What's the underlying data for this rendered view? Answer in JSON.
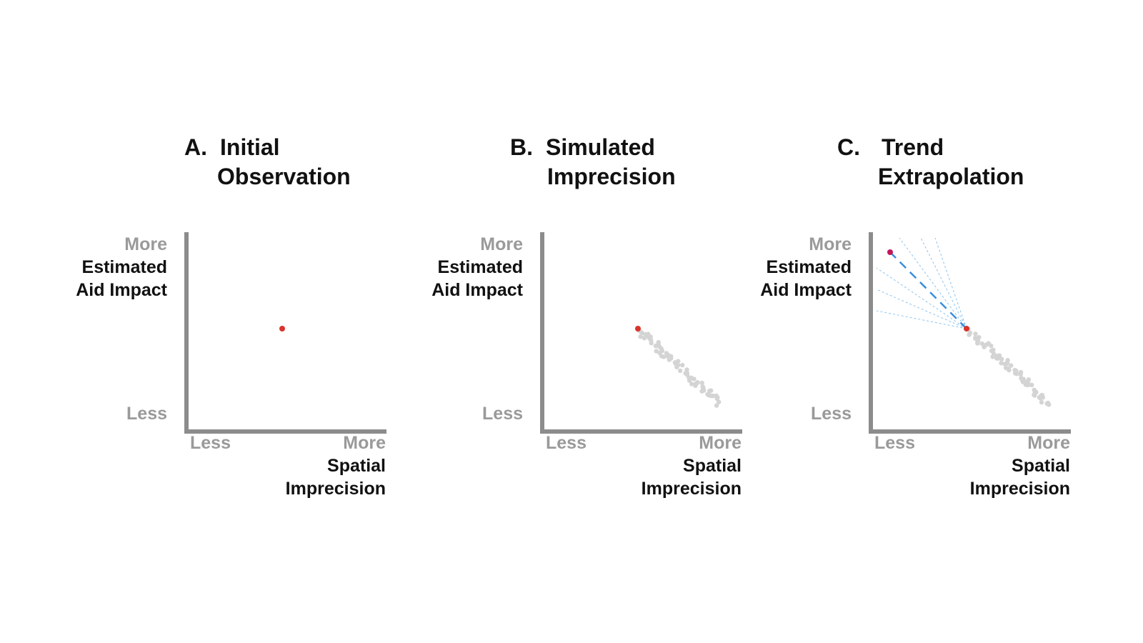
{
  "panels": [
    {
      "letter": "A.",
      "title_line1": "Initial",
      "title_line2": "Observation",
      "y_more": "More",
      "y_label_line1": "Estimated",
      "y_label_line2": "Aid Impact",
      "y_less": "Less",
      "x_less": "Less",
      "x_more": "More",
      "x_label_line1": "Spatial",
      "x_label_line2": "Imprecision"
    },
    {
      "letter": "B.",
      "title_line1": "Simulated",
      "title_line2": "Imprecision",
      "y_more": "More",
      "y_label_line1": "Estimated",
      "y_label_line2": "Aid Impact",
      "y_less": "Less",
      "x_less": "Less",
      "x_more": "More",
      "x_label_line1": "Spatial",
      "x_label_line2": "Imprecision"
    },
    {
      "letter": "C.",
      "title_line1": "Trend",
      "title_line2": "Extrapolation",
      "y_more": "More",
      "y_label_line1": "Estimated",
      "y_label_line2": "Aid Impact",
      "y_less": "Less",
      "x_less": "Less",
      "x_more": "More",
      "x_label_line1": "Spatial",
      "x_label_line2": "Imprecision"
    }
  ],
  "colors": {
    "observation": "#d9342b",
    "extrapolated_point": "#c2185b",
    "simulated": "#d4d4d4",
    "trend_line": "#3b8fdc",
    "fan_lines": "#8cc4ef",
    "axis": "#8c8c8c"
  }
}
